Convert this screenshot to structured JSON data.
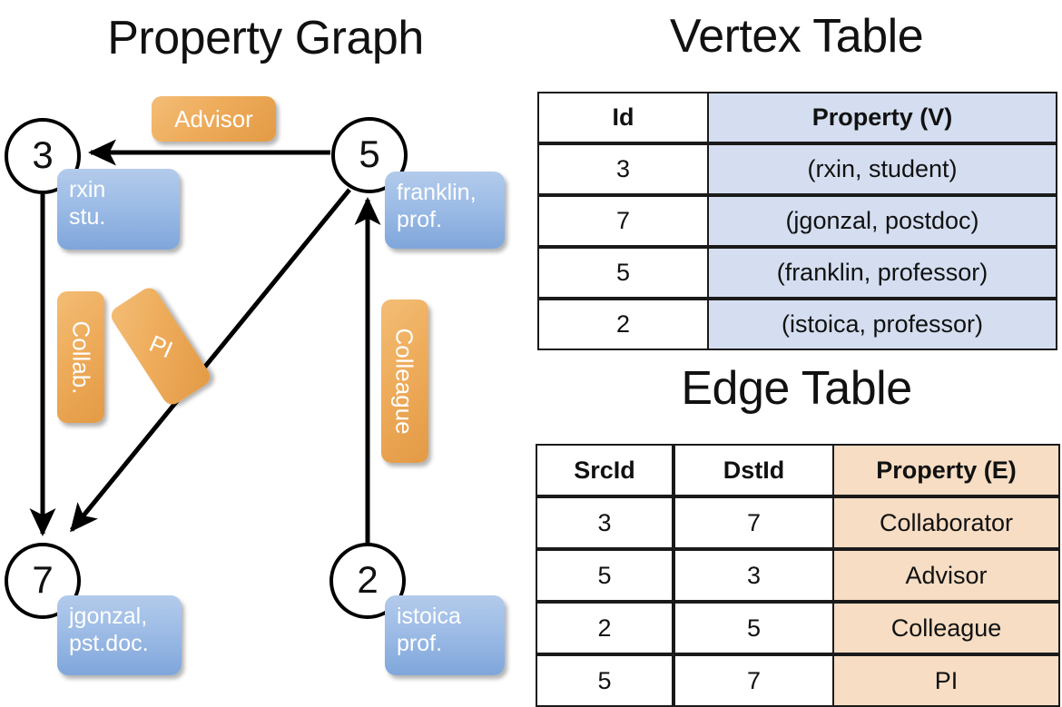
{
  "titles": {
    "property_graph": "Property Graph",
    "vertex_table": "Vertex Table",
    "edge_table": "Edge Table"
  },
  "graph": {
    "vertices": [
      {
        "id": "3",
        "name": "rxin",
        "role": "stu.",
        "lines": [
          "rxin",
          "stu."
        ]
      },
      {
        "id": "5",
        "name": "franklin",
        "role": "prof.",
        "lines": [
          "franklin,",
          "prof."
        ]
      },
      {
        "id": "7",
        "name": "jgonzal",
        "role": "pst.doc.",
        "lines": [
          "jgonzal,",
          "pst.doc."
        ]
      },
      {
        "id": "2",
        "name": "istoica",
        "role": "prof.",
        "lines": [
          "istoica",
          "prof."
        ]
      }
    ],
    "edge_labels": [
      {
        "key": "advisor",
        "label": "Advisor"
      },
      {
        "key": "collab",
        "label": "Collab."
      },
      {
        "key": "pi",
        "label": "PI"
      },
      {
        "key": "colleague",
        "label": "Colleague"
      }
    ]
  },
  "vertex_table": {
    "headers": [
      "Id",
      "Property (V)"
    ],
    "rows": [
      {
        "id": "3",
        "property": "(rxin, student)"
      },
      {
        "id": "7",
        "property": "(jgonzal, postdoc)"
      },
      {
        "id": "5",
        "property": "(franklin, professor)"
      },
      {
        "id": "2",
        "property": "(istoica, professor)"
      }
    ]
  },
  "edge_table": {
    "headers": [
      "SrcId",
      "DstId",
      "Property (E)"
    ],
    "rows": [
      {
        "src": "3",
        "dst": "7",
        "property": "Collaborator"
      },
      {
        "src": "5",
        "dst": "3",
        "property": "Advisor"
      },
      {
        "src": "2",
        "dst": "5",
        "property": "Colleague"
      },
      {
        "src": "5",
        "dst": "7",
        "property": "PI"
      }
    ]
  },
  "colors": {
    "vertex_cell_fill": "#d4def0",
    "edge_cell_fill": "#f6ddc3",
    "node_callout": "#9dbce6",
    "edge_label": "#eeac5b",
    "stroke": "#000000"
  }
}
